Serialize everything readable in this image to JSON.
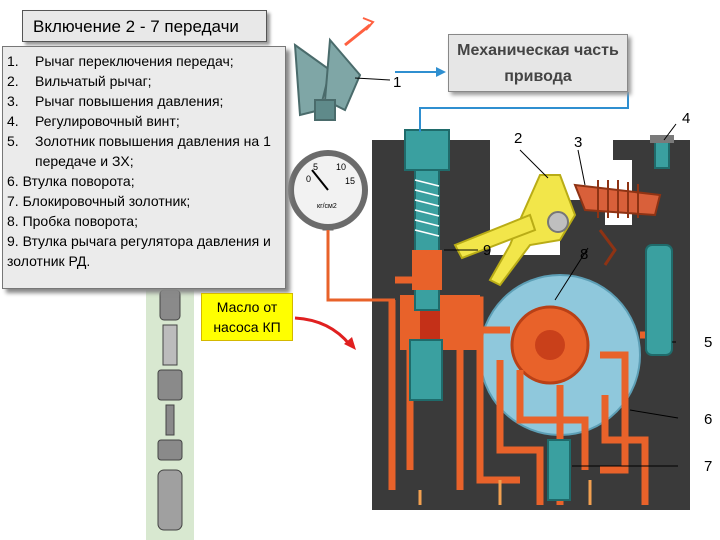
{
  "title": "Включение 2 - 7 передачи",
  "legend": [
    {
      "num": "1.",
      "text": "Рычаг переключения передач;"
    },
    {
      "num": "2.",
      "text": "Вильчатый рычаг;"
    },
    {
      "num": "3.",
      "text": "Рычаг повышения давления;"
    },
    {
      "num": "4.",
      "text": "Регулировочный винт;"
    },
    {
      "num": "5.",
      "text": "Золотник повышения давления на 1 передаче и ЗХ;"
    },
    {
      "num": "",
      "text": "6. Втулка поворота;"
    },
    {
      "num": "",
      "text": "7. Блокировочный золотник;"
    },
    {
      "num": "",
      "text": "8. Пробка поворота;"
    },
    {
      "num": "",
      "text": "9. Втулка рычага регулятора давления и золотник РД."
    }
  ],
  "mech_box": {
    "line1": "Механическая часть",
    "line2": "привода"
  },
  "oil_box": {
    "line1": "Масло от",
    "line2": "насоса КП"
  },
  "callouts": {
    "c1": "1",
    "c2": "2",
    "c3": "3",
    "c4": "4",
    "c5": "5",
    "c6": "6",
    "c7": "7",
    "c8": "8",
    "c9": "9"
  },
  "gauge": {
    "ticks": [
      "0",
      "5",
      "10",
      "15"
    ],
    "label": "кг/см2"
  },
  "colors": {
    "oil": "#e8622a",
    "oil_light": "#f08a3c",
    "body": "#3a3a3a",
    "teal": "#3aa0a0",
    "yellow": "#f2e64a",
    "blue_disc": "#8fc8dc",
    "arrow": "#2f8fd0",
    "red_arrow": "#e02020"
  }
}
